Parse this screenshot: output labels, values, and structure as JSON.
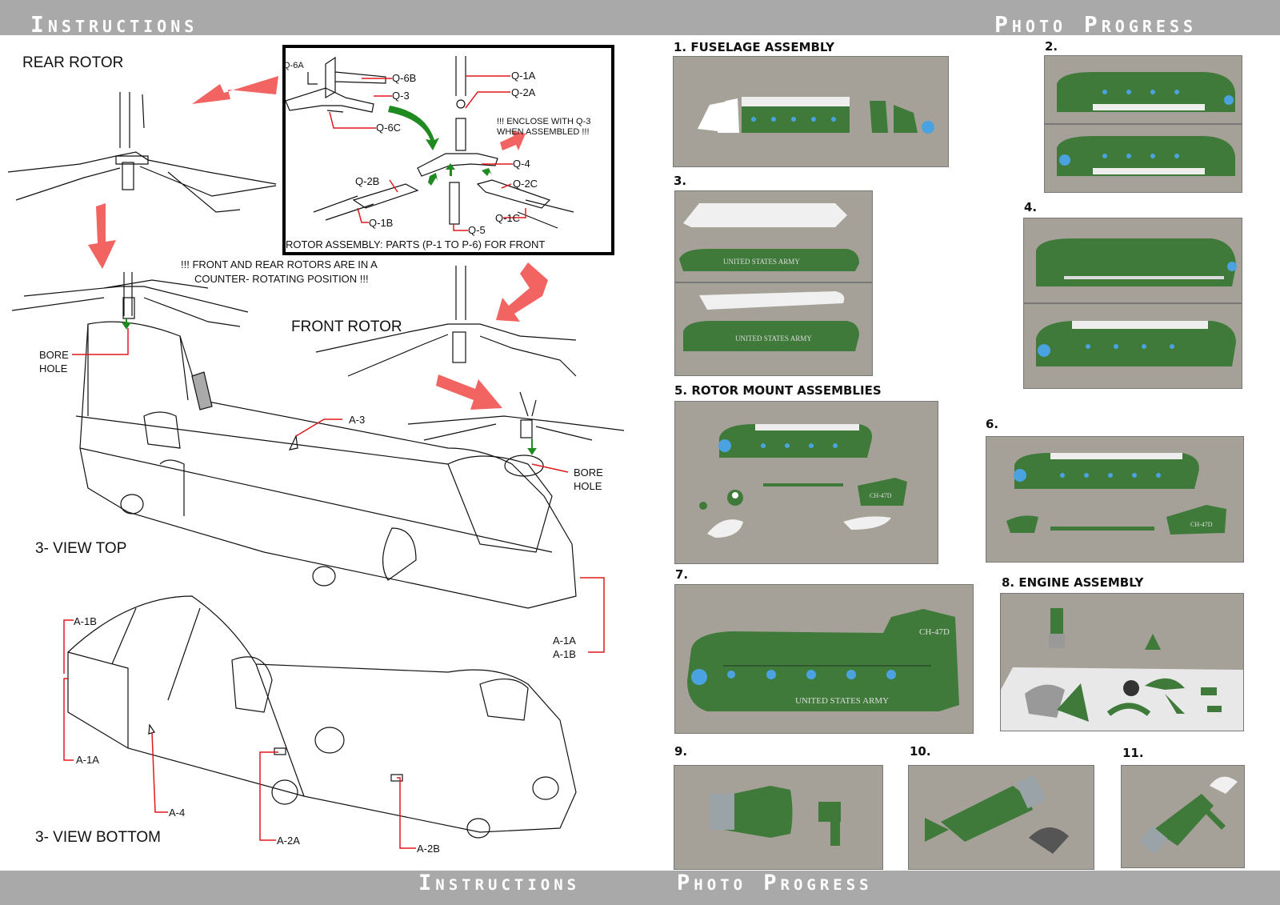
{
  "header": {
    "left": "Instructions",
    "right": "Photo Progress"
  },
  "footer": {
    "left": "Instructions",
    "right": "Photo Progress"
  },
  "diagram": {
    "rear_rotor": "REAR ROTOR",
    "front_rotor": "FRONT ROTOR",
    "bore_hole_1": "BORE",
    "bore_hole_2": "HOLE",
    "counter_note_1": "!!! FRONT AND REAR ROTORS ARE IN A",
    "counter_note_2": "COUNTER- ROTATING POSITION !!!",
    "view_top": "3- VIEW TOP",
    "view_bottom": "3- VIEW BOTTOM",
    "parts": {
      "a3": "A-3",
      "a1b": "A-1B",
      "a1a": "A-1A",
      "a1a_r": "A-1A",
      "a1b_r": "A-1B",
      "a4": "A-4",
      "a2a": "A-2A",
      "a2b": "A-2B"
    }
  },
  "inset": {
    "q6a": "Q-6A",
    "q6b": "Q-6B",
    "q3": "Q-3",
    "q6c": "Q-6C",
    "q1a": "Q-1A",
    "q2a": "Q-2A",
    "q4": "Q-4",
    "q2b": "Q-2B",
    "q2c": "Q-2C",
    "q1b": "Q-1B",
    "q5": "Q-5",
    "q1c": "Q-1C",
    "enclose_1": "!!! ENCLOSE WITH Q-3",
    "enclose_2": "WHEN ASSEMBLED !!!",
    "caption": "ROTOR ASSEMBLY: PARTS (P-1 TO P-6) FOR FRONT"
  },
  "photos": {
    "p1": "1. FUSELAGE ASSEMBLY",
    "p2": "2.",
    "p3": "3.",
    "p4": "4.",
    "p5": "5. ROTOR MOUNT ASSEMBLIES",
    "p6": "6.",
    "p7": "7.",
    "p8": "8. ENGINE ASSEMBLY",
    "p9": "9.",
    "p10": "10.",
    "p11": "11.",
    "usa": "UNITED STATES ARMY",
    "ch47d": "CH-47D"
  },
  "colors": {
    "band": "#a9a9a9",
    "arrow": "#f26462",
    "callout": "#e0191e",
    "green": "#3f7a3a",
    "blue": "#4aa3e0"
  }
}
